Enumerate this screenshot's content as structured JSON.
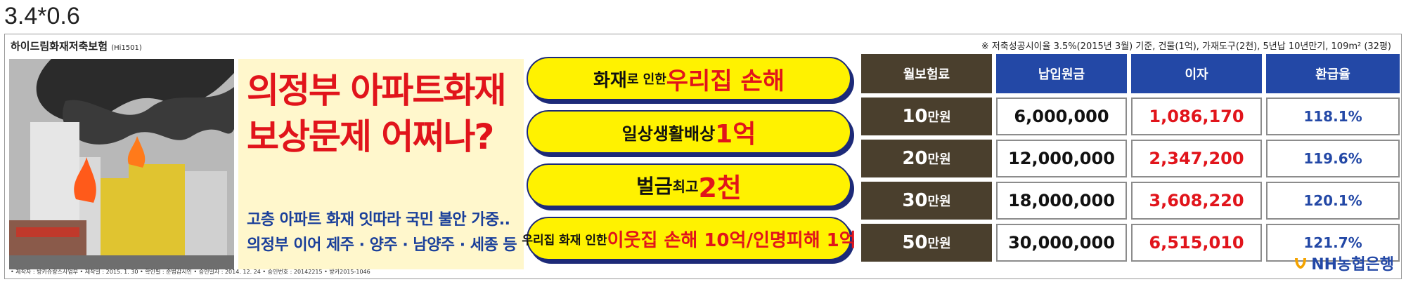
{
  "size_label": "3.4*0.6",
  "product": {
    "name": "하이드림화재저축보험",
    "code": "(Hi1501)"
  },
  "condition_note": "※  저축성공시이율 3.5%(2015년 3월) 기준, 건물(1억), 가재도구(2천), 5년납 10년만기, 109m²  (32평)",
  "headline": {
    "line1": "의정부 아파트화재",
    "line2": "보상문제 어쩌나?",
    "sub1": "고층 아파트 화재 잇따라 국민 불안 가중..",
    "sub2": "의정부 이어 제주 · 양주 · 남양주 · 세종 등"
  },
  "pills": [
    {
      "pre": "화재",
      "mid": "로 인한 ",
      "big": "우리집 손해"
    },
    {
      "pre": "일상생활배상 ",
      "big": "1억"
    },
    {
      "pre": "벌금 ",
      "mid": "최고 ",
      "big": "2천"
    },
    {
      "pre": "우리집 화재 인한 ",
      "big": "이웃집 손해 10억/인명피해 1억"
    }
  ],
  "table": {
    "headers": [
      "월보험료",
      "납입원금",
      "이자",
      "환급율"
    ],
    "unit": "만원",
    "rows": [
      {
        "premium": "10",
        "principal": "6,000,000",
        "interest": "1,086,170",
        "rate": "118.1%"
      },
      {
        "premium": "20",
        "principal": "12,000,000",
        "interest": "2,347,200",
        "rate": "119.6%"
      },
      {
        "premium": "30",
        "principal": "18,000,000",
        "interest": "3,608,220",
        "rate": "120.1%"
      },
      {
        "premium": "50",
        "principal": "30,000,000",
        "interest": "6,515,010",
        "rate": "121.7%"
      }
    ]
  },
  "logo": "NH농협은행",
  "footer": "• 제작자 : 방카슈랑스사업부  • 제작일 : 2015. 1. 30  • 확인필 : 준법감시인  • 승인일자 : 2014. 12. 24  • 승인번호 : 20142215  • 방카2015-1046",
  "colors": {
    "red": "#e1141b",
    "blue": "#2348a6",
    "yellow": "#fff200",
    "dark": "#4a3f2d"
  }
}
